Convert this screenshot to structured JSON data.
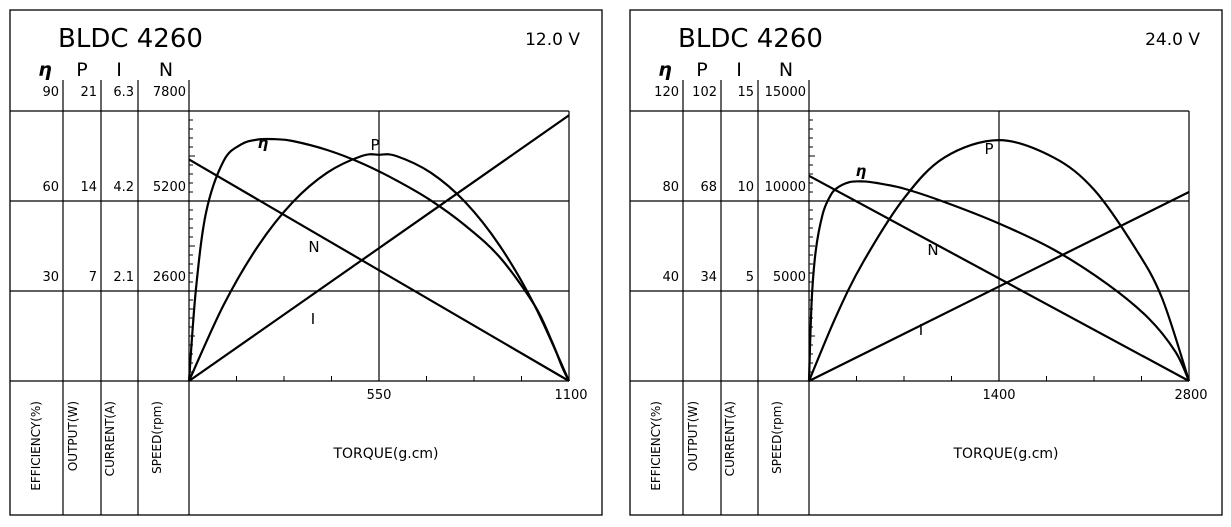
{
  "chart_data": [
    {
      "type": "line",
      "title": "BLDC  4260",
      "voltage": "12.0  V",
      "column_symbols": [
        "η",
        "P",
        "I",
        "N"
      ],
      "column_labels": [
        "EFFICIENCY(%)",
        "OUTPUT(W)",
        "CURRENT(A)",
        "SPEED(rpm)"
      ],
      "scale_rows": [
        [
          "90",
          "21",
          "6.3",
          "7800"
        ],
        [
          "60",
          "14",
          "4.2",
          "5200"
        ],
        [
          "30",
          "7",
          "2.1",
          "2600"
        ]
      ],
      "scale_max": {
        "eta": 90,
        "P": 21,
        "I": 6.3,
        "N": 7800
      },
      "xlabel": "TORQUE(g.cm)",
      "x_ticks": [
        "550",
        "1100"
      ],
      "xlim": [
        0,
        1100
      ],
      "series": [
        {
          "name": "η",
          "x": [
            0,
            20,
            50,
            100,
            150,
            200,
            250,
            300,
            400,
            500,
            600,
            700,
            800,
            900,
            1000,
            1050,
            1080,
            1100
          ],
          "y": [
            0,
            30.5,
            56.5,
            73.3,
            78.8,
            80.5,
            80.6,
            80,
            77,
            72.6,
            66.9,
            60.2,
            51.8,
            41.2,
            25.3,
            13.3,
            4.7,
            0
          ]
        },
        {
          "name": "P",
          "x": [
            0,
            100,
            200,
            300,
            400,
            500,
            550,
            600,
            700,
            800,
            900,
            1000,
            1100
          ],
          "y": [
            0,
            5.9,
            10.5,
            13.9,
            16.2,
            17.5,
            17.6,
            17.5,
            16.2,
            13.9,
            10.5,
            5.9,
            0
          ]
        },
        {
          "name": "N",
          "x": [
            0,
            1100
          ],
          "y": [
            6400,
            0
          ]
        },
        {
          "name": "I",
          "x": [
            0,
            1100
          ],
          "y": [
            0,
            6.2
          ]
        }
      ],
      "grid": true
    },
    {
      "type": "line",
      "title": "BLDC  4260",
      "voltage": "24.0  V",
      "column_symbols": [
        "η",
        "P",
        "I",
        "N"
      ],
      "column_labels": [
        "EFFICIENCY(%)",
        "OUTPUT(W)",
        "CURRENT(A)",
        "SPEED(rpm)"
      ],
      "scale_rows": [
        [
          "120",
          "102",
          "15",
          "15000"
        ],
        [
          "80",
          "68",
          "10",
          "10000"
        ],
        [
          "40",
          "34",
          "5",
          "5000"
        ]
      ],
      "scale_max": {
        "eta": 120,
        "P": 102,
        "I": 15,
        "N": 15000
      },
      "xlabel": "TORQUE(g.cm)",
      "x_ticks": [
        "1400",
        "2800"
      ],
      "xlim": [
        0,
        2800
      ],
      "series": [
        {
          "name": "η",
          "x": [
            0,
            20,
            50,
            100,
            150,
            200,
            300,
            400,
            500,
            700,
            1000,
            1400,
            1800,
            2200,
            2500,
            2700,
            2800
          ],
          "y": [
            0,
            36,
            58,
            74,
            81.5,
            85.5,
            88.4,
            88.7,
            88,
            85.5,
            79.5,
            70,
            58.5,
            43,
            28,
            13,
            0
          ]
        },
        {
          "name": "P",
          "x": [
            0,
            200,
            400,
            700,
            1000,
            1400,
            1800,
            2100,
            2400,
            2600,
            2800
          ],
          "y": [
            0,
            24.5,
            45,
            69,
            84.5,
            91,
            84.5,
            72.3,
            50.5,
            31.5,
            0
          ]
        },
        {
          "name": "N",
          "x": [
            0,
            2800
          ],
          "y": [
            11400,
            0
          ]
        },
        {
          "name": "I",
          "x": [
            0,
            2800
          ],
          "y": [
            0,
            10.5
          ]
        }
      ],
      "grid": true
    }
  ]
}
